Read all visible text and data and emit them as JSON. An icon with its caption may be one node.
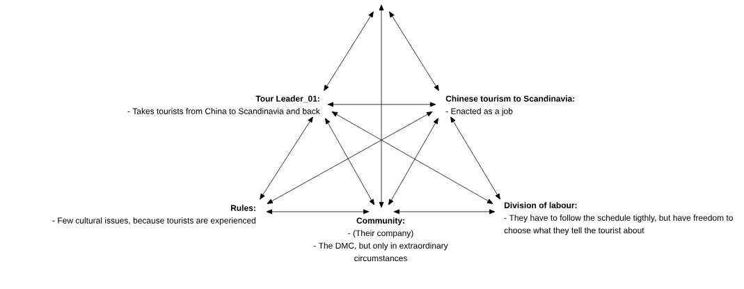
{
  "diagram": {
    "nodes": [
      {
        "text": [
          "Tour Leader_01:",
          "- Takes tourists from China to Scandinavia and back"
        ]
      },
      {
        "text": [
          "Chinese tourism to Scandinavia:",
          "- Enacted as a job"
        ]
      },
      {
        "text": [
          "Rules:",
          "- Few cultural issues, because tourists are experienced"
        ]
      },
      {
        "text": [
          "Community:",
          "- (Their company)",
          "- The DMC, but only in extraordinary circumstances"
        ]
      },
      {
        "text": [
          "Division of labour:",
          "- They have to follow the schedule tigthly, but have freedom to choose what they tell the tourist about"
        ]
      }
    ],
    "edges": [
      {
        "from": null,
        "to": 0,
        "arrow": "both"
      },
      {
        "from": null,
        "to": 1,
        "arrow": "both"
      },
      {
        "from": null,
        "to": 3,
        "arrow": "both"
      },
      {
        "from": 0,
        "to": 1,
        "arrow": "both"
      },
      {
        "from": 0,
        "to": 2,
        "arrow": "both"
      },
      {
        "from": 0,
        "to": 3,
        "arrow": "both"
      },
      {
        "from": 0,
        "to": 4,
        "arrow": "both"
      },
      {
        "from": 1,
        "to": 3,
        "arrow": "both"
      },
      {
        "from": 1,
        "to": 4,
        "arrow": "both"
      },
      {
        "from": 1,
        "to": 2,
        "arrow": "both"
      },
      {
        "from": 2,
        "to": 3,
        "arrow": "both"
      },
      {
        "from": 3,
        "to": 4,
        "arrow": "both"
      }
    ]
  }
}
